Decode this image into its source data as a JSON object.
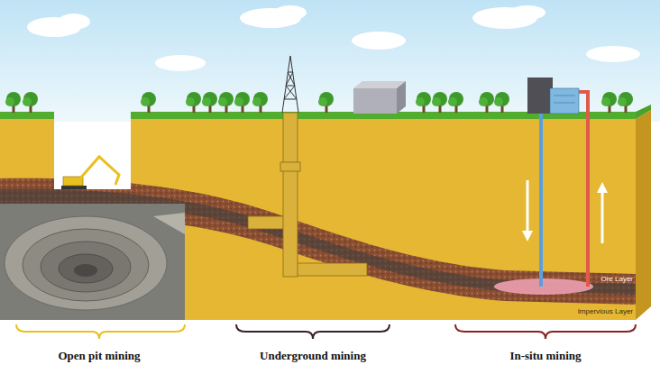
{
  "diagram": {
    "labels": [
      "Open pit mining",
      "Underground mining",
      "In-situ mining",
      "Ore Layer",
      "Impervious Layer"
    ]
  }
}
